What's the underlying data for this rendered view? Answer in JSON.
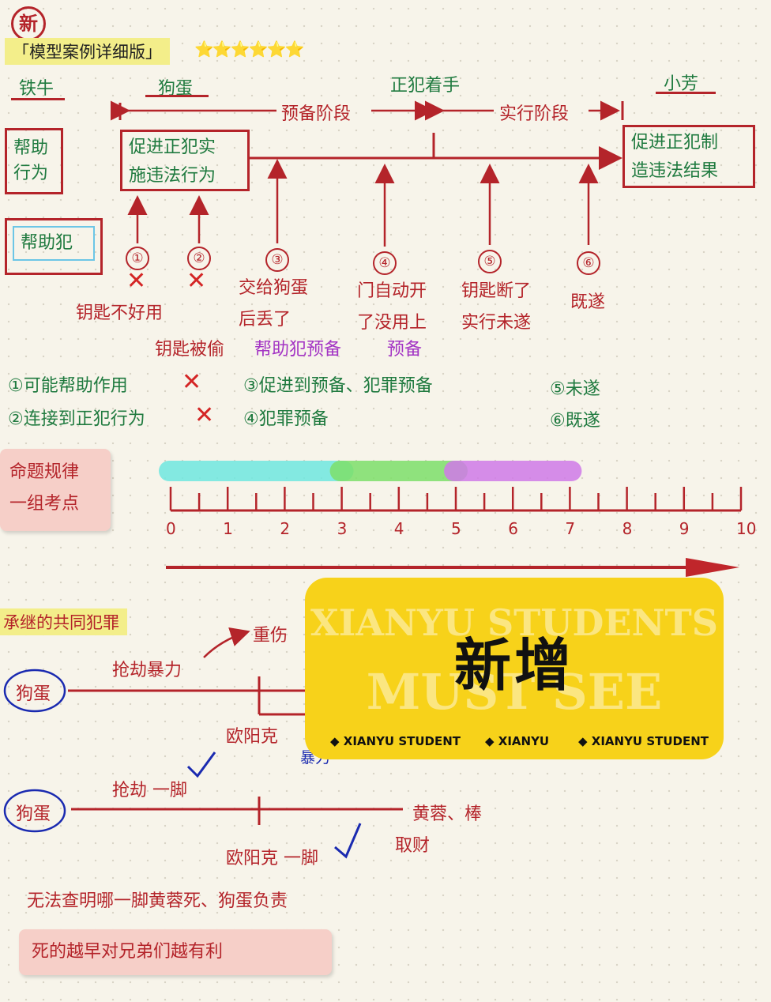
{
  "header": {
    "new_badge": "新",
    "title": "「模型案例详细版」",
    "stars": "⭐⭐⭐⭐⭐⭐"
  },
  "people": {
    "tieniu": "铁牛",
    "goudan": "狗蛋",
    "xiaofang": "小芳",
    "zhengfan": "正犯着手"
  },
  "phases": {
    "prep": "预备阶段",
    "exec": "实行阶段"
  },
  "boxes": {
    "help_act": [
      "帮助",
      "行为"
    ],
    "helper": "帮助犯",
    "promote_exec": [
      "促进正犯实",
      "施违法行为"
    ],
    "promote_result": [
      "促进正犯制",
      "造违法结果"
    ]
  },
  "markers": [
    "①",
    "②",
    "③",
    "④",
    "⑤",
    "⑥"
  ],
  "marker_notes": {
    "key_bad": "钥匙不好用",
    "key_stolen": "钥匙被偷",
    "m3": [
      "交给狗蛋",
      "后丢了"
    ],
    "m4": [
      "门自动开",
      "了没用上"
    ],
    "m5": [
      "钥匙断了",
      "实行未遂"
    ],
    "m6": "既遂",
    "helper_prep": "帮助犯预备",
    "prep": "预备"
  },
  "summary": {
    "s1": "①可能帮助作用",
    "s2": "②连接到正犯行为",
    "s3": "③促进到预备、犯罪预备",
    "s4": "④犯罪预备",
    "s5": "⑤未遂",
    "s6": "⑥既遂"
  },
  "pattern_box": [
    "命题规律",
    "一组考点"
  ],
  "scale": {
    "labels": [
      "0",
      "1",
      "2",
      "3",
      "4",
      "5",
      "6",
      "7",
      "8",
      "9",
      "10"
    ],
    "bars": [
      {
        "from": 0,
        "to": 3,
        "color": "#6fe8e0"
      },
      {
        "from": 3,
        "to": 5,
        "color": "#7ee06a"
      },
      {
        "from": 5,
        "to": 7,
        "color": "#d07ae8"
      }
    ]
  },
  "joint": {
    "heading": "承继的共同犯罪",
    "goudan": "狗蛋",
    "robbery_violence": "抢劫暴力",
    "serious_injury": "重伤",
    "ouyang": "欧阳克",
    "violence": "暴力",
    "robbery_kick": "抢劫 一脚",
    "ouyang_kick": "欧阳克  一脚",
    "huangrong": "黄蓉、棒",
    "take_money": "取财",
    "conclusion": "无法查明哪一脚黄蓉死、狗蛋负责",
    "final": "死的越早对兄弟们越有利"
  },
  "overlay": {
    "wm1": "XIANYU STUDENTS",
    "wm2": "MUST SEE",
    "big": "新增",
    "foot": [
      "◆ XIANYU STUDENT",
      "◆ XIANYU",
      "◆ XIANYU STUDENT"
    ]
  },
  "colors": {
    "red": "#b4242a",
    "green": "#1f7a3f",
    "purple": "#a334c4",
    "yellow": "#f7d21a"
  }
}
